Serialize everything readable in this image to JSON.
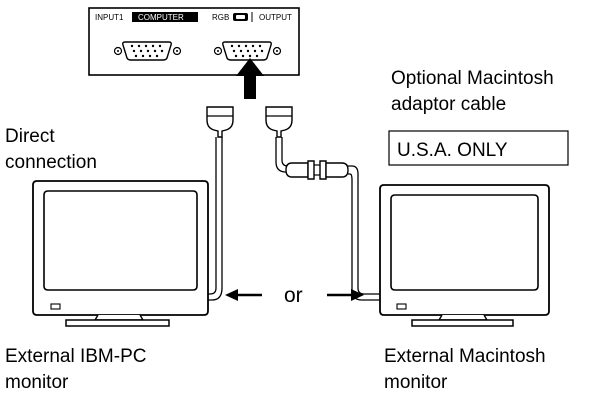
{
  "panel": {
    "input_label": "INPUT1",
    "computer_label": "COMPUTER",
    "rgb_label": "RGB",
    "output_label": "OUTPUT"
  },
  "labels": {
    "direct_line1": "Direct",
    "direct_line2": "connection",
    "optional_line1": "Optional Macintosh",
    "optional_line2": "adaptor cable",
    "usa_only": "U.S.A. ONLY",
    "or": "or",
    "ibm_line1": "External IBM-PC",
    "ibm_line2": "monitor",
    "mac_line1": "External Macintosh",
    "mac_line2": "monitor"
  }
}
